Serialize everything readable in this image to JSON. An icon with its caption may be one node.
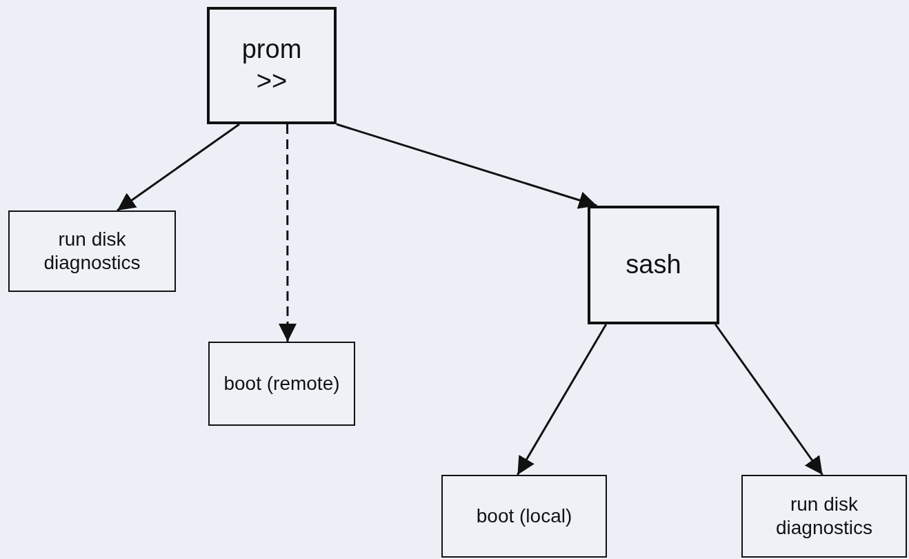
{
  "diagram": {
    "nodes": [
      {
        "text": [
          "prom >>"
        ]
      },
      {
        "text": [
          "run disk diagnostics"
        ]
      },
      {
        "text": [
          "boot (remote)"
        ]
      },
      {
        "text": [
          "sash"
        ]
      },
      {
        "text": [
          "boot (local)"
        ]
      },
      {
        "text": [
          "run disk diagnostics"
        ]
      }
    ],
    "edges": [
      {
        "from": 0,
        "to": 1,
        "arrow": "to"
      },
      {
        "from": 0,
        "to": 2,
        "arrow": "to",
        "style": "dashed"
      },
      {
        "from": 0,
        "to": 3,
        "arrow": "to"
      },
      {
        "from": 3,
        "to": 4,
        "arrow": "to"
      },
      {
        "from": 3,
        "to": 5,
        "arrow": "to"
      }
    ]
  }
}
